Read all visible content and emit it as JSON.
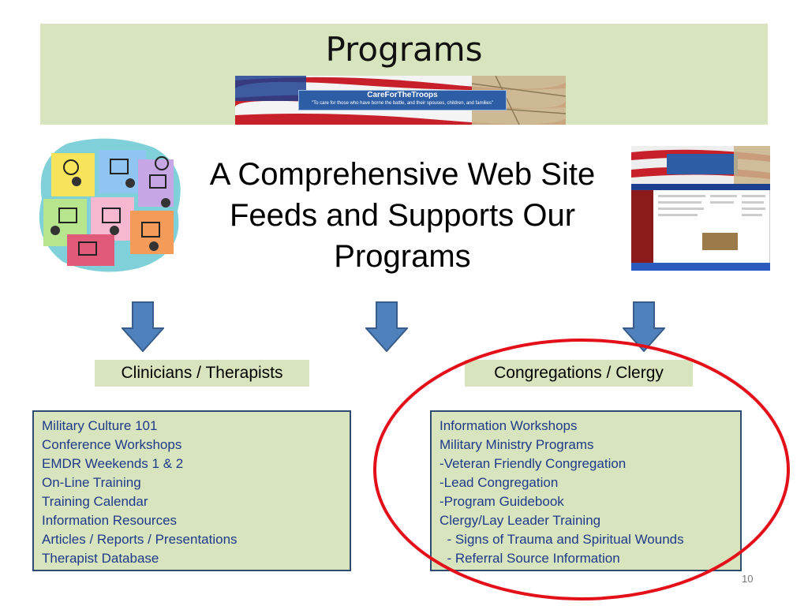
{
  "slide": {
    "title": "Programs",
    "headline": "A Comprehensive Web Site Feeds and Supports Our Programs",
    "page_number": "10"
  },
  "banner": {
    "name": "CareForTheTroops",
    "tagline": "\"To care for those who have borne the battle, and their spouses, children, and families\""
  },
  "groups": [
    {
      "label": "Clinicians / Therapists",
      "items": [
        "Military Culture 101",
        "Conference Workshops",
        "EMDR Weekends 1 & 2",
        "On-Line Training",
        "Training Calendar",
        "Information Resources",
        "Articles / Reports / Presentations",
        "Therapist Database"
      ]
    },
    {
      "label": "Congregations / Clergy",
      "items": [
        "Information Workshops",
        "Military Ministry Programs",
        "-Veteran Friendly Congregation",
        "-Lead Congregation",
        "-Program Guidebook",
        "Clergy/Lay Leader Training",
        "  - Signs of Trauma and Spiritual Wounds",
        "  - Referral Source Information"
      ]
    }
  ],
  "colors": {
    "panel_green": "#d7e4bd",
    "arrow_blue": "#4f81bd",
    "list_text": "#1f3a8a",
    "highlight_red": "#e3101a"
  }
}
